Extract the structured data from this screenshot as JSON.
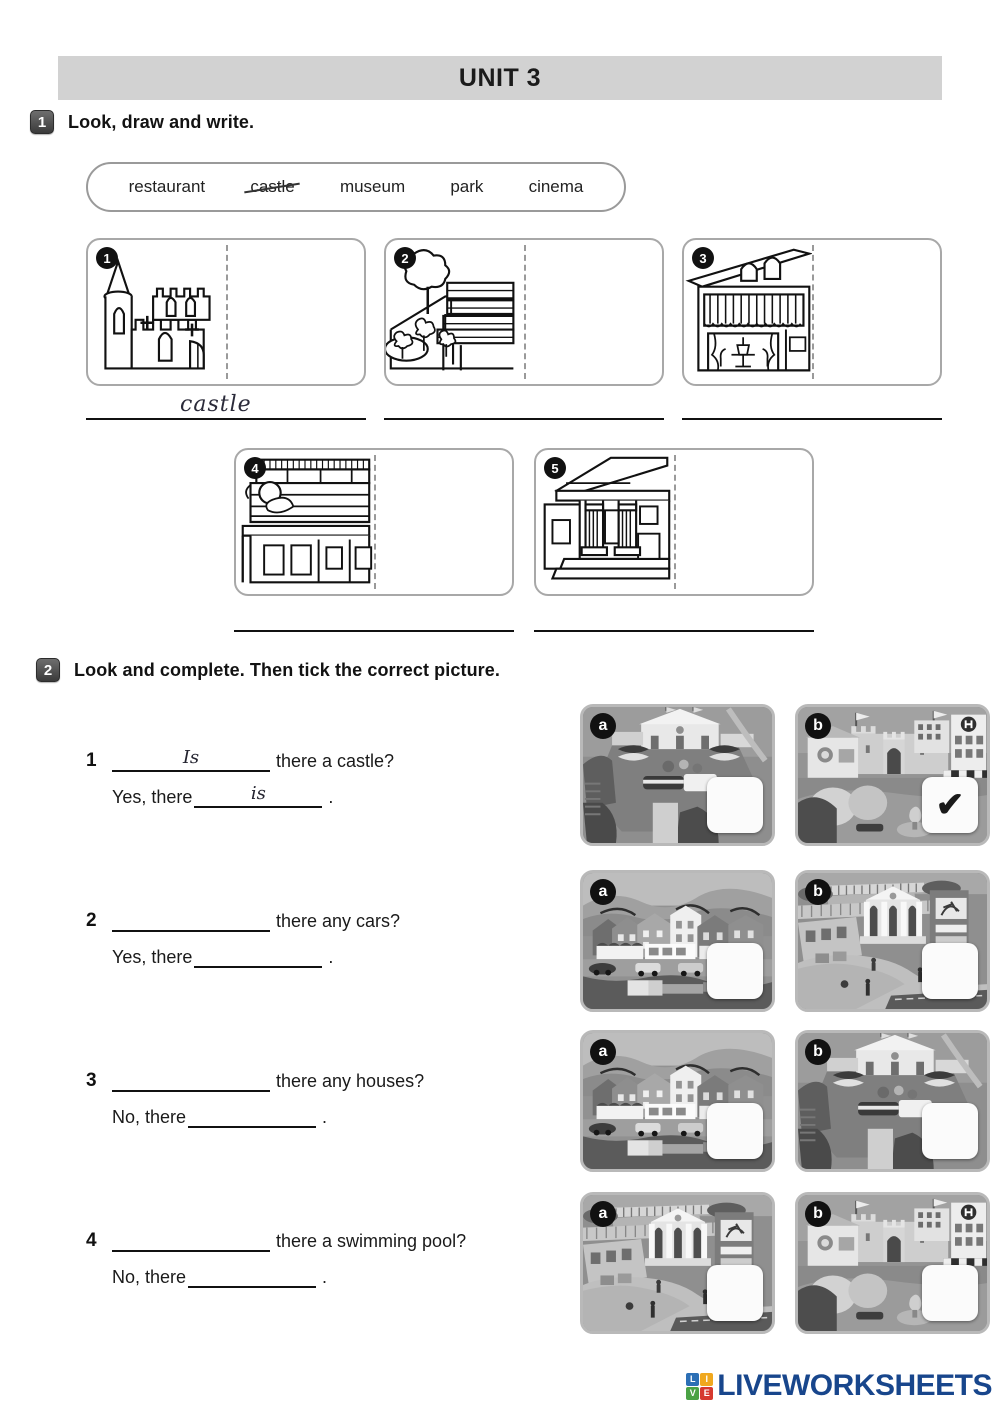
{
  "header": {
    "title": "UNIT 3",
    "bar_color": "#d2d2d2"
  },
  "exercise1": {
    "number": "1",
    "instruction": "Look, draw and write.",
    "wordbank": [
      {
        "word": "restaurant",
        "struck": false
      },
      {
        "word": "castle",
        "struck": true
      },
      {
        "word": "museum",
        "struck": false
      },
      {
        "word": "park",
        "struck": false
      },
      {
        "word": "cinema",
        "struck": false
      }
    ],
    "items": [
      {
        "number": "1",
        "picture": "castle",
        "answer": "castle"
      },
      {
        "number": "2",
        "picture": "park",
        "answer": ""
      },
      {
        "number": "3",
        "picture": "restaurant",
        "answer": ""
      },
      {
        "number": "4",
        "picture": "cinema",
        "answer": ""
      },
      {
        "number": "5",
        "picture": "museum",
        "answer": ""
      }
    ]
  },
  "exercise2": {
    "number": "2",
    "instruction": "Look and complete. Then tick the correct picture.",
    "questions": [
      {
        "number": "1",
        "question_answer": "Is",
        "question_text": "there a castle?",
        "reply_start": "Yes, there",
        "reply_answer": "is",
        "reply_end": ".",
        "options": [
          {
            "letter": "a",
            "scene": "town-square-museum",
            "ticked": false
          },
          {
            "letter": "b",
            "scene": "castle-town",
            "ticked": true
          }
        ]
      },
      {
        "number": "2",
        "question_answer": "",
        "question_text": "there any cars?",
        "reply_start": "Yes, there",
        "reply_answer": "",
        "reply_end": ".",
        "options": [
          {
            "letter": "a",
            "scene": "harbour-houses-cars",
            "ticked": false
          },
          {
            "letter": "b",
            "scene": "museum-plaza",
            "ticked": false
          }
        ]
      },
      {
        "number": "3",
        "question_answer": "",
        "question_text": "there any houses?",
        "reply_start": "No, there",
        "reply_answer": "",
        "reply_end": ".",
        "options": [
          {
            "letter": "a",
            "scene": "harbour-houses-cars",
            "ticked": false
          },
          {
            "letter": "b",
            "scene": "town-square-museum",
            "ticked": false
          }
        ]
      },
      {
        "number": "4",
        "question_answer": "",
        "question_text": "there a swimming pool?",
        "reply_start": "No, there",
        "reply_answer": "",
        "reply_end": ".",
        "options": [
          {
            "letter": "a",
            "scene": "museum-plaza",
            "ticked": false
          },
          {
            "letter": "b",
            "scene": "castle-town",
            "ticked": false
          }
        ]
      }
    ],
    "tick_mark": "✔"
  },
  "footer": {
    "logo_letters": [
      "L",
      "I",
      "V",
      "E"
    ],
    "logo_colors": [
      "#2c6fb5",
      "#f0a81e",
      "#4aa244",
      "#d6392f"
    ],
    "logo_word": "LIVEWORKSHEETS",
    "logo_word_color": "#18468c"
  }
}
